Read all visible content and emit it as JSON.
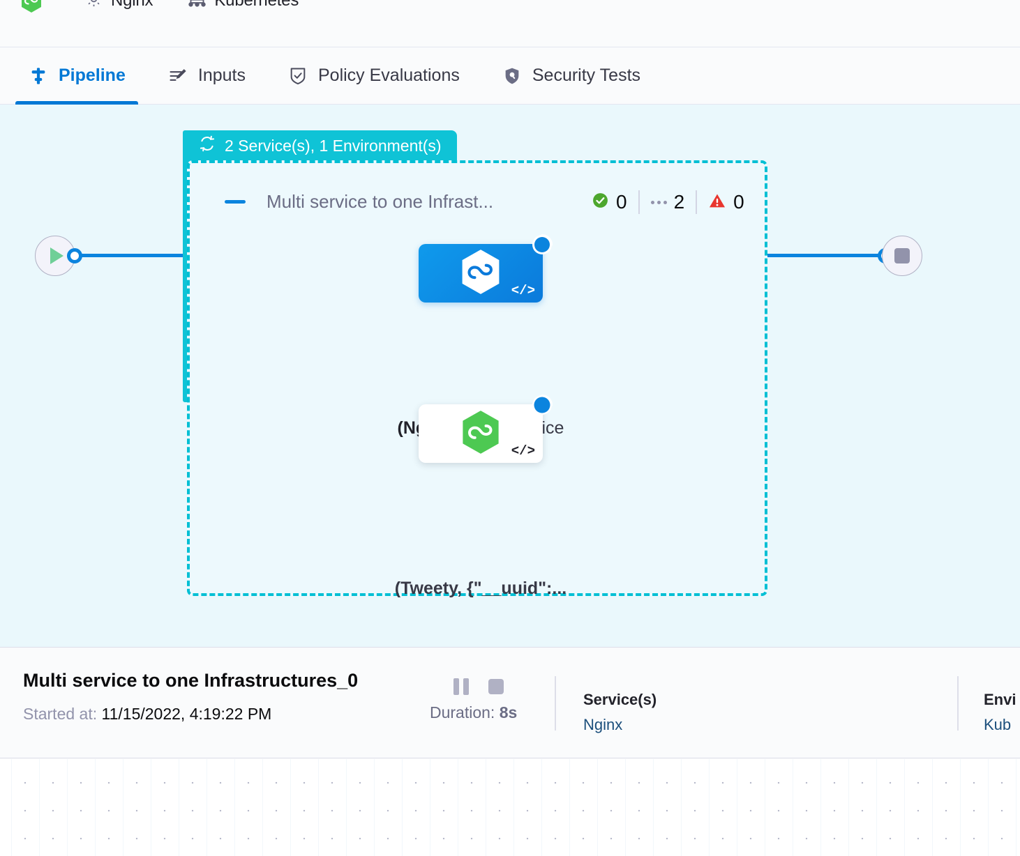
{
  "breadcrumb": {
    "items": [
      {
        "icon": "harness-hexagon-icon",
        "label": ""
      },
      {
        "icon": "gear-icon",
        "label": "Nginx"
      },
      {
        "icon": "infrastructure-icon",
        "label": "Kubernetes"
      }
    ]
  },
  "tabs": [
    {
      "id": "pipeline",
      "label": "Pipeline",
      "icon": "pipeline-icon",
      "active": true
    },
    {
      "id": "inputs",
      "label": "Inputs",
      "icon": "inputs-icon",
      "active": false
    },
    {
      "id": "policy-evaluations",
      "label": "Policy Evaluations",
      "icon": "policy-shield-check-icon",
      "active": false
    },
    {
      "id": "security-tests",
      "label": "Security Tests",
      "icon": "security-shield-icon",
      "active": false
    }
  ],
  "canvas": {
    "group_tag": {
      "icon": "matrix-loop-icon",
      "label": "2 Service(s), 1 Environment(s)"
    },
    "stage": {
      "collapse_icon": "collapse-dash-icon",
      "title": "Multi service to one Infrast...",
      "status": {
        "success_icon": "check-circle-icon",
        "success_count": "0",
        "pending_icon": "pending-dots-icon",
        "pending_count": "2",
        "error_icon": "warning-triangle-icon",
        "error_count": "0"
      }
    },
    "nodes": [
      {
        "id": "nginx-service-node",
        "icon": "harness-hexagon-white-icon",
        "badge": "running-spinner-icon",
        "code_glyph": "</>",
        "label_bold": "(Nginx)",
        "label_rest": ": Multi service to one..."
      },
      {
        "id": "tweety-service-node",
        "icon": "harness-hexagon-green-icon",
        "badge": "running-spinner-icon",
        "code_glyph": "</>",
        "label_bold": "(Tweety, {\"__uuid\":...",
        "label_rest": ""
      }
    ],
    "start_node": {
      "icon": "play-icon"
    },
    "end_node": {
      "icon": "stop-square-icon"
    }
  },
  "footer": {
    "title": "Multi service to one Infrastructures_0",
    "started_label": "Started at:",
    "started_value": "11/15/2022, 4:19:22 PM",
    "pause_button": "pause-icon",
    "stop_button": "stop-icon",
    "duration_label": "Duration:",
    "duration_value": "8s",
    "columns": [
      {
        "head": "Service(s)",
        "value": "Nginx"
      },
      {
        "head": "Envi",
        "value": "Kub"
      }
    ]
  },
  "colors": {
    "accent_blue": "#0278D5",
    "group_cyan": "#0FC3D6",
    "canvas_bg": "#EAF8FC",
    "success_green": "#4DA72E",
    "error_red": "#E8362F",
    "link_navy": "#1C4F7C"
  }
}
